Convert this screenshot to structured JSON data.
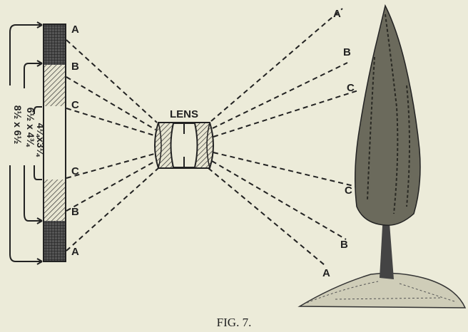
{
  "figure": {
    "caption": "FIG. 7.",
    "lens_label": "LENS",
    "plate_labels": [
      "A",
      "B",
      "C",
      "C",
      "B",
      "A"
    ],
    "object_labels": [
      "A",
      "B",
      "C",
      "C",
      "B",
      "A"
    ],
    "dimensions": [
      "8½ x 6½",
      "6½ x 4¾",
      "4¼x3¼"
    ]
  }
}
